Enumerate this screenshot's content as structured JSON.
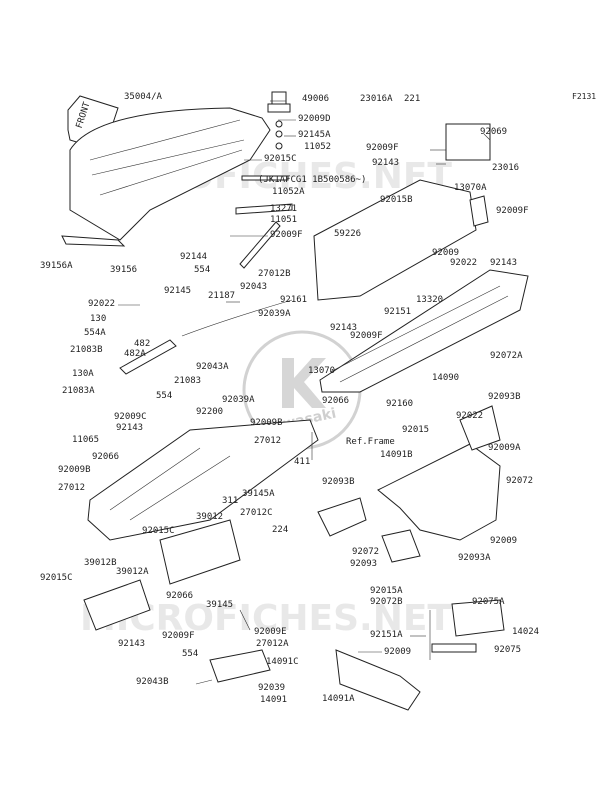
{
  "diagram": {
    "code": "F2131",
    "front_label": "FRONT",
    "ref_frame": "Ref.Frame",
    "serial_note": "(JK1AFCG1 1B500586~)",
    "watermark": "MICROFICHES.NET",
    "logo_text": "Kawasaki",
    "labels": [
      "35004/A",
      "49006",
      "23016A",
      "221",
      "92009D",
      "92145A",
      "11052",
      "92015C",
      "92069",
      "92009F",
      "92143",
      "23016",
      "11052A",
      "13271",
      "11051",
      "92015B",
      "13070A",
      "92009F",
      "39156A",
      "39156",
      "92009F",
      "59226",
      "92144",
      "554",
      "27012B",
      "92009",
      "92022",
      "92143",
      "92022",
      "92145",
      "21187",
      "92043",
      "92161",
      "13320",
      "130",
      "554A",
      "92039A",
      "92151",
      "92143",
      "92009F",
      "92072A",
      "21083B",
      "482",
      "482A",
      "92043A",
      "13070",
      "130A",
      "21083A",
      "21083",
      "554",
      "14090",
      "92039A",
      "92066",
      "92160",
      "92009C",
      "92200",
      "92143",
      "92009B",
      "92015",
      "92022",
      "92093B",
      "11065",
      "27012",
      "411",
      "92066",
      "14091B",
      "92009A",
      "92009B",
      "27012",
      "39145A",
      "92072",
      "311",
      "92093B",
      "27012C",
      "39012",
      "92015C",
      "224",
      "92009",
      "39012B",
      "92072",
      "92093",
      "92093A",
      "39012A",
      "92015C",
      "92066",
      "39145",
      "92015A",
      "92072B",
      "92075A",
      "14024",
      "92151A",
      "92143",
      "92009F",
      "92009E",
      "27012A",
      "554",
      "14091C",
      "92009",
      "92075",
      "92043B",
      "92039",
      "14091",
      "14091A"
    ]
  }
}
